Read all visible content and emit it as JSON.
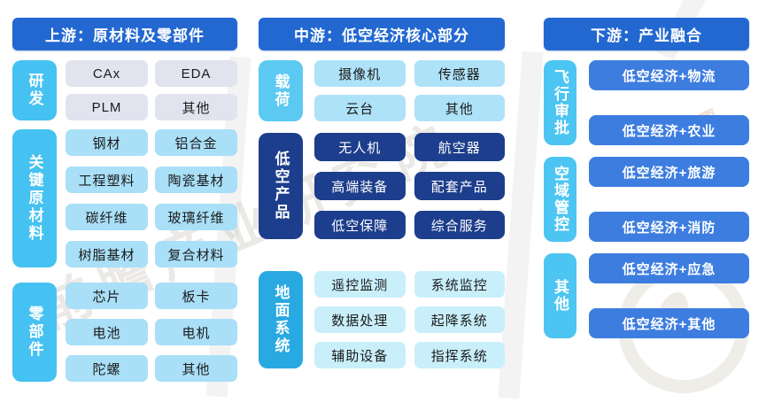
{
  "palette": {
    "header_bg": "#2368d1",
    "cyan_label": "#45c2f1",
    "sky_label": "#5cc9f3",
    "navy": "#1d3e8c",
    "deepcyan_label": "#29a9e1",
    "right_label": "#4cc5f2",
    "lavender_item_bg": "#e1e3ef",
    "lightblue_item_bg": "#a9dff7",
    "mid_lightblue_item_bg": "#aee2f8",
    "paleblue_item_bg": "#c9effb",
    "mediumblue_item_bg": "#3d7de0",
    "dark_text": "#1b1b1b",
    "light_text": "#ffffff"
  },
  "columns": [
    {
      "header": "上游：原材料及零部件",
      "groups": [
        {
          "label": "研发",
          "label_bg": "#45c2f1",
          "item_bg": "#e1e3ef",
          "item_fg": "#1b1b1b",
          "items": [
            "CAx",
            "EDA",
            "PLM",
            "其他"
          ]
        },
        {
          "label": "关键原材料",
          "label_bg": "#45c2f1",
          "item_bg": "#a9dff7",
          "item_fg": "#1b1b1b",
          "items": [
            "钢材",
            "铝合金",
            "工程塑料",
            "陶瓷基材",
            "碳纤维",
            "玻璃纤维",
            "树脂基材",
            "复合材料"
          ]
        },
        {
          "label": "零部件",
          "label_bg": "#45c2f1",
          "item_bg": "#a9dff7",
          "item_fg": "#1b1b1b",
          "items": [
            "芯片",
            "板卡",
            "电池",
            "电机",
            "陀螺",
            "其他"
          ]
        }
      ]
    },
    {
      "header": "中游：低空经济核心部分",
      "groups": [
        {
          "label": "载荷",
          "label_bg": "#5cc9f3",
          "item_bg": "#aee2f8",
          "item_fg": "#1b1b1b",
          "items": [
            "摄像机",
            "传感器",
            "云台",
            "其他"
          ]
        },
        {
          "label": "低空产品",
          "label_bg": "#1d3e8c",
          "item_bg": "#1d3e8c",
          "item_fg": "#ffffff",
          "items": [
            "无人机",
            "航空器",
            "高端装备",
            "配套产品",
            "低空保障",
            "综合服务"
          ]
        },
        {
          "label": "地面系统",
          "label_bg": "#29a9e1",
          "item_bg": "#c9effb",
          "item_fg": "#1b1b1b",
          "items": [
            "遥控监测",
            "系统监控",
            "数据处理",
            "起降系统",
            "辅助设备",
            "指挥系统"
          ]
        }
      ]
    },
    {
      "header": "下游：产业融合",
      "groups": [
        {
          "label": "飞行审批",
          "label_bg": "#4cc5f2",
          "item_bg": "#3d7de0",
          "item_fg": "#ffffff",
          "items": [
            "低空经济+物流",
            "低空经济+农业"
          ]
        },
        {
          "label": "空域管控",
          "label_bg": "#4cc5f2",
          "item_bg": "#3d7de0",
          "item_fg": "#ffffff",
          "items": [
            "低空经济+旅游",
            "低空经济+消防"
          ]
        },
        {
          "label": "其他",
          "label_bg": "#4cc5f2",
          "item_bg": "#3d7de0",
          "item_fg": "#ffffff",
          "items": [
            "低空经济+应急",
            "低空经济+其他"
          ]
        }
      ]
    }
  ],
  "watermark": {
    "text": "前瞻产业研究院",
    "fragment1": "599)",
    "fragment2": "(股票"
  }
}
